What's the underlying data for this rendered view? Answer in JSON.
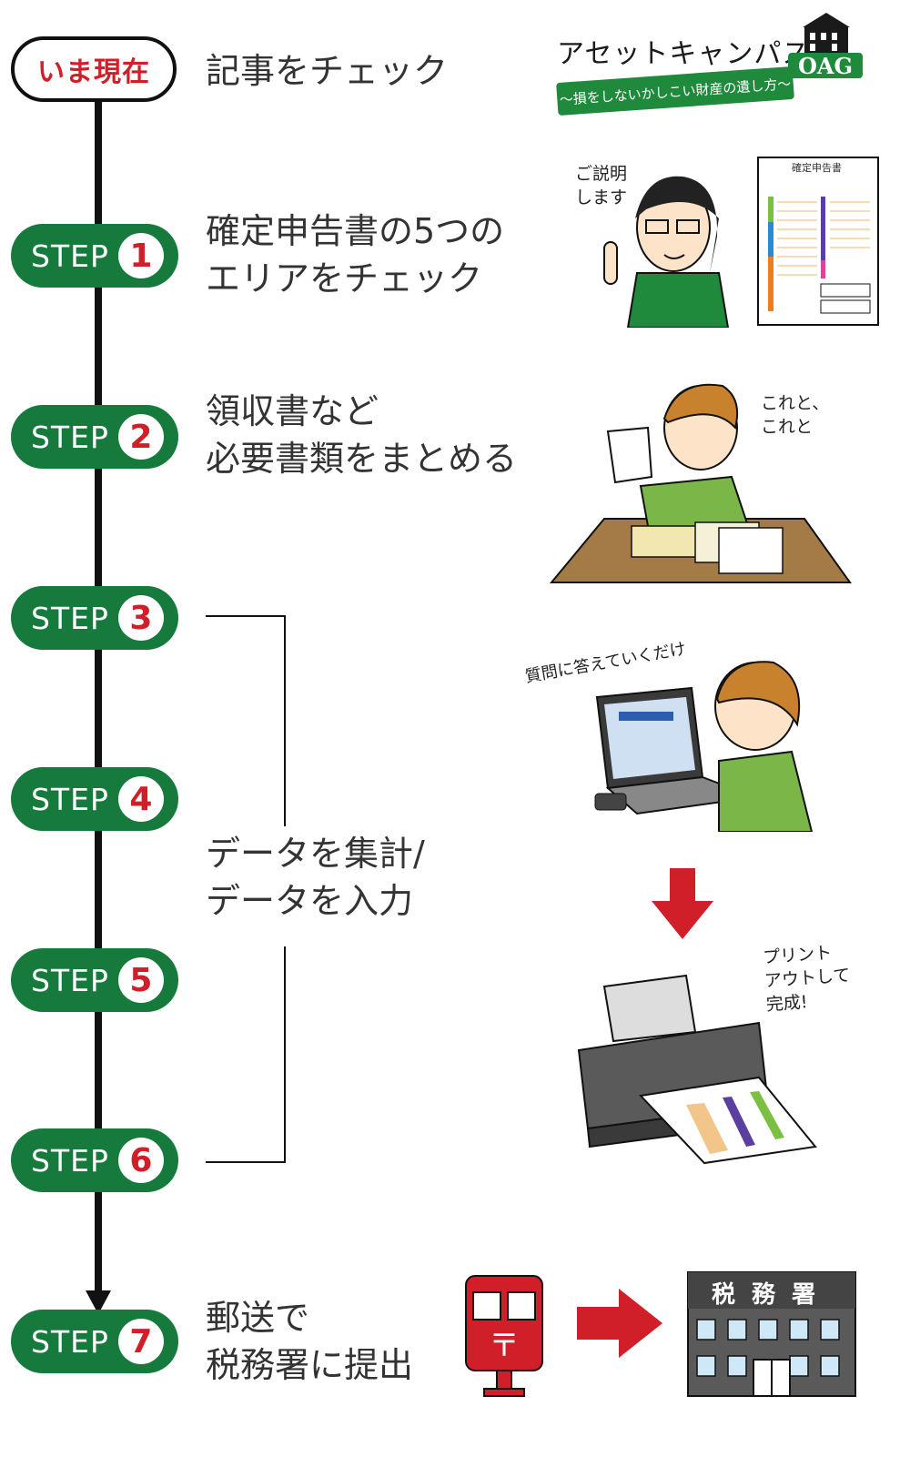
{
  "logo": {
    "title": "アセットキャンパス",
    "subtitle": "〜損をしないかしこい財産の遺し方〜",
    "mark": "OAG"
  },
  "now": {
    "badge": "いま現在",
    "label": "記事をチェック"
  },
  "step_word": "STEP",
  "steps": [
    {
      "num": "1",
      "label_lines": [
        "確定申告書の5つの",
        "エリアをチェック"
      ]
    },
    {
      "num": "2",
      "label_lines": [
        "領収書など",
        "必要書類をまとめる"
      ]
    },
    {
      "num": "3"
    },
    {
      "num": "4"
    },
    {
      "num": "5"
    },
    {
      "num": "6"
    },
    {
      "num": "7",
      "label_lines": [
        "郵送で",
        "税務署に提出"
      ]
    }
  ],
  "group_label_lines": [
    "データを集計/",
    "データを入力"
  ],
  "speech": {
    "explain": [
      "ご説明",
      "します"
    ],
    "gather": [
      "これと、",
      "これと"
    ],
    "answer": "質問に答えていくだけ",
    "print": [
      "プリント",
      "アウトして",
      "完成!"
    ]
  },
  "form_title": "確定申告書",
  "tax_office": "税務署",
  "colors": {
    "step_green": "#157a3c",
    "accent_red": "#d11f2a",
    "timeline": "#111111"
  }
}
